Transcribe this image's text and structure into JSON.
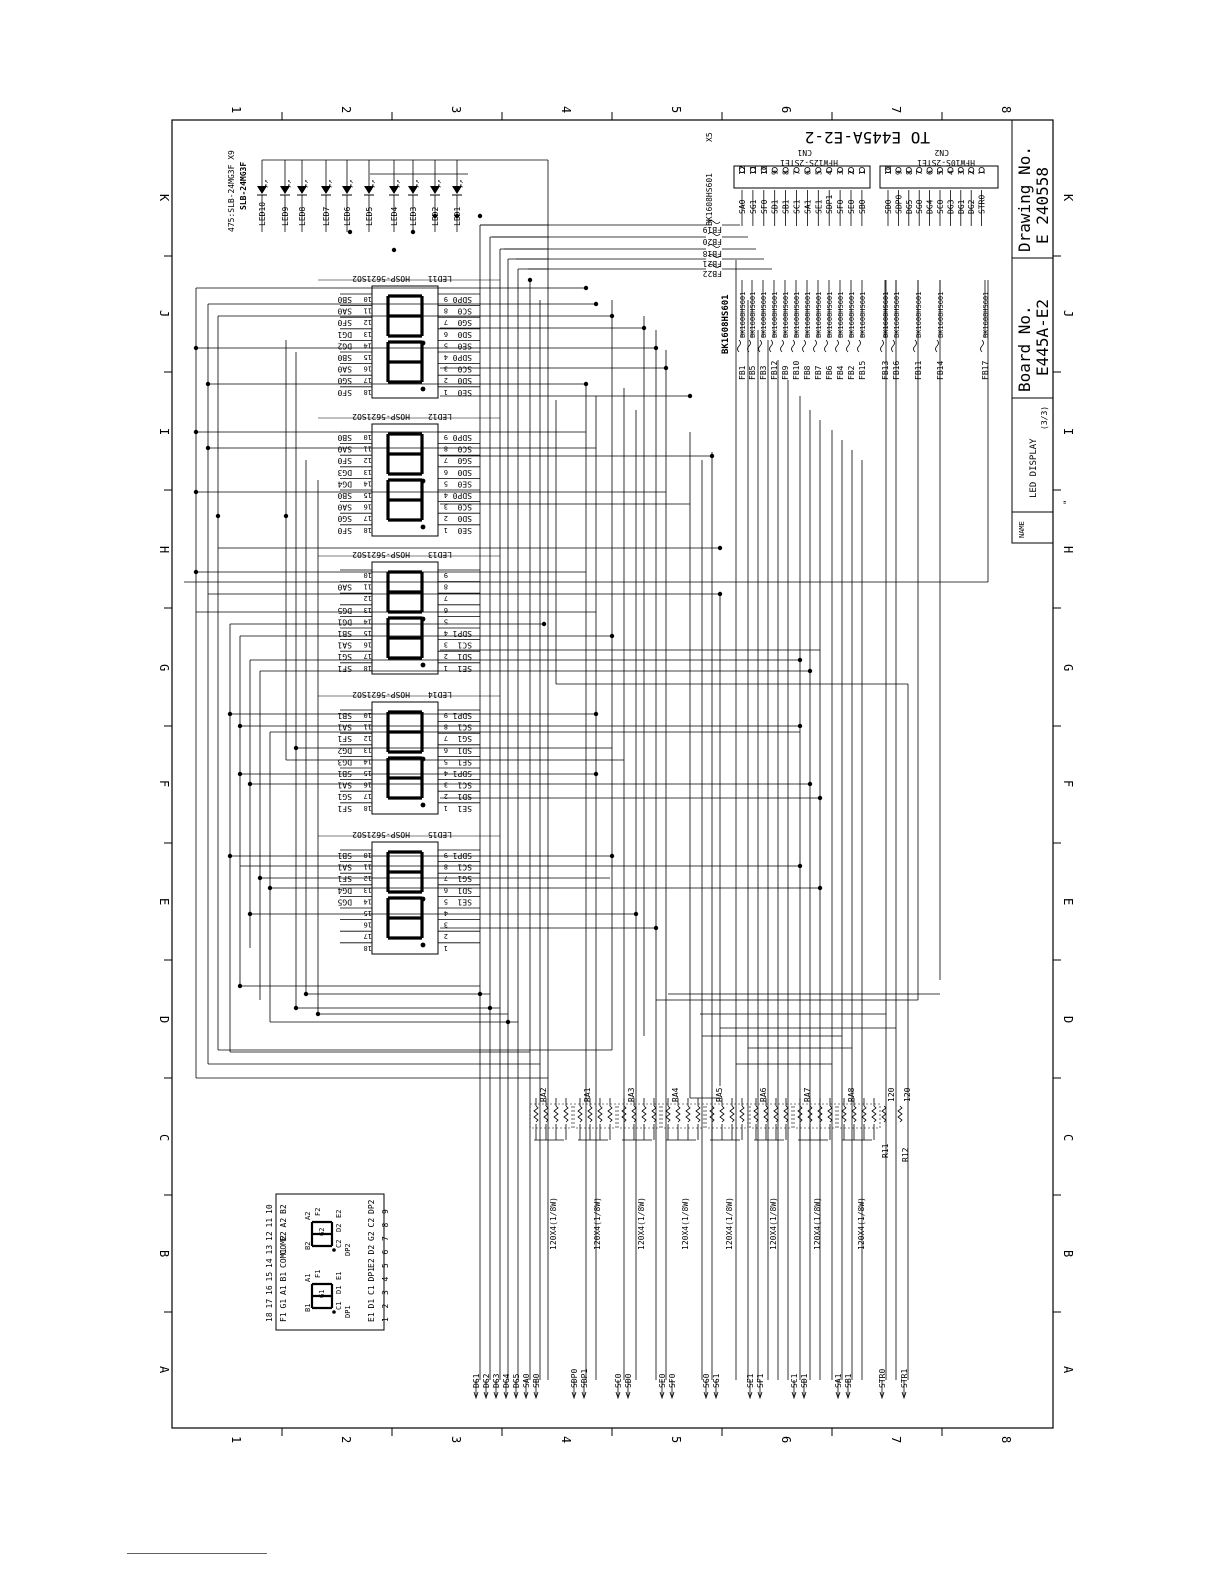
{
  "grid": {
    "columns": [
      "1",
      "2",
      "3",
      "4",
      "5",
      "6",
      "7",
      "8"
    ],
    "rows": [
      "K",
      "J",
      "I",
      "H",
      "G",
      "F",
      "E",
      "D",
      "C",
      "B",
      "A"
    ]
  },
  "title_block": {
    "drawing_no_label": "Drawing No.",
    "drawing_no": "E 240558",
    "board_no_label": "Board No.",
    "board_no": "E445A-E2",
    "name_label": "NAME",
    "name": "LED DISPLAY",
    "sheet": "(3/3)",
    "mark": "\""
  },
  "header_note": "TO E445A-E2-2",
  "connectors": [
    {
      "ref": "CN1",
      "part": "HFW12S-2STE1",
      "pins": [
        {
          "n": "12",
          "sig": "SA0"
        },
        {
          "n": "11",
          "sig": "SG1"
        },
        {
          "n": "10",
          "sig": "SF0"
        },
        {
          "n": "9",
          "sig": "SD1"
        },
        {
          "n": "8",
          "sig": "SB1"
        },
        {
          "n": "7",
          "sig": "SC1"
        },
        {
          "n": "6",
          "sig": "SA1"
        },
        {
          "n": "5",
          "sig": "SE1"
        },
        {
          "n": "4",
          "sig": "SDP1"
        },
        {
          "n": "3",
          "sig": "SF0"
        },
        {
          "n": "2",
          "sig": "SE0"
        },
        {
          "n": "1",
          "sig": "SB0"
        }
      ]
    },
    {
      "ref": "CN2",
      "part": "HFW10S-2STE1",
      "pins": [
        {
          "n": "10",
          "sig": "SD0"
        },
        {
          "n": "9",
          "sig": "SDP0"
        },
        {
          "n": "8",
          "sig": "DG5"
        },
        {
          "n": "7",
          "sig": "SG0"
        },
        {
          "n": "6",
          "sig": "DG4"
        },
        {
          "n": "5",
          "sig": "SC0"
        },
        {
          "n": "4",
          "sig": "DG3"
        },
        {
          "n": "3",
          "sig": "DG1"
        },
        {
          "n": "2",
          "sig": "DG2"
        },
        {
          "n": "1",
          "sig": "STR0"
        }
      ]
    }
  ],
  "ferrite_part": "BK1608HS601",
  "ferrite_qty": "X5",
  "ferrites_top": [
    "FB19",
    "FB20",
    "FB18",
    "FB21",
    "FB22"
  ],
  "ferrites_side": [
    "FB1",
    "FB5",
    "FB3",
    "FB12",
    "FB9",
    "FB10",
    "FB8",
    "FB7",
    "FB6",
    "FB4",
    "FB2",
    "FB15",
    "FB13",
    "FB16",
    "FB11",
    "FB14",
    "FB17"
  ],
  "ferrite_bold_label": "BK1608HS601",
  "leds": {
    "part_note": "475:SLB-24MG3F X9",
    "part_bold": "SLB-24MG3F",
    "refs": [
      "LED10",
      "LED9",
      "LED8",
      "LED7",
      "LED6",
      "LED5",
      "LED4",
      "LED3",
      "LED2",
      "LED1"
    ]
  },
  "displays": [
    {
      "ref": "LED11",
      "part": "HOSP-5621SO2",
      "left": [
        "SB0",
        "SA0",
        "SF0",
        "DG1",
        "DG2",
        "SB0",
        "SA0",
        "SG0",
        "SF0"
      ],
      "right": [
        "SDP0",
        "SC0",
        "SG0",
        "SD0",
        "SE0",
        "SDP0",
        "SC0",
        "SD0",
        "SE0"
      ]
    },
    {
      "ref": "LED12",
      "part": "HOSP-5621SO2",
      "left": [
        "SB0",
        "SA0",
        "SF0",
        "DG3",
        "DG4",
        "SB0",
        "SA0",
        "SG0",
        "SF0"
      ],
      "right": [
        "SDP0",
        "SC0",
        "SG0",
        "SD0",
        "SE0",
        "SDP0",
        "SC0",
        "SD0",
        "SE0"
      ]
    },
    {
      "ref": "LED13",
      "part": "HOSP-5621SO2",
      "left": [
        "",
        "SA0",
        "",
        "DG5",
        "DG1",
        "SB1",
        "SA1",
        "SG1",
        "SF1"
      ],
      "right": [
        "",
        "",
        "",
        "",
        "",
        "SDP1",
        "SC1",
        "SD1",
        "SE1"
      ]
    },
    {
      "ref": "LED14",
      "part": "HOSP-5621SO2",
      "left": [
        "SB1",
        "SA1",
        "SF1",
        "DG2",
        "DG3",
        "SB1",
        "SA1",
        "SG1",
        "SF1"
      ],
      "right": [
        "SDP1",
        "SC1",
        "SG1",
        "SD1",
        "SE1",
        "SDP1",
        "SC1",
        "SD1",
        "SE1"
      ]
    },
    {
      "ref": "LED15",
      "part": "HOSP-5621SO2",
      "left": [
        "SB1",
        "SA1",
        "SF1",
        "DG4",
        "DG5",
        "",
        "",
        "",
        ""
      ],
      "right": [
        "SDP1",
        "SC1",
        "SG1",
        "SD1",
        "SE1",
        "",
        "",
        "",
        ""
      ]
    }
  ],
  "pin_numbers": [
    "10",
    "11",
    "12",
    "13",
    "14",
    "15",
    "16",
    "17",
    "18"
  ],
  "resistor_arrays": {
    "refs": [
      "RA2",
      "RA1",
      "RA3",
      "RA4",
      "RA5",
      "RA6",
      "RA7",
      "RA8"
    ],
    "value": "120X4(1/8W)",
    "singles": [
      {
        "ref": "R11",
        "value": "120"
      },
      {
        "ref": "R12",
        "value": "120"
      }
    ]
  },
  "bottom_signals": [
    {
      "group": [
        "DG1",
        "DG2",
        "DG3",
        "DG4",
        "DG5",
        "SA0",
        "SB0"
      ]
    },
    {
      "group": [
        "SDP0",
        "SDP1"
      ]
    },
    {
      "group": [
        "SC0",
        "SD0"
      ]
    },
    {
      "group": [
        "SE0",
        "SF0"
      ]
    },
    {
      "group": [
        "SG0",
        "SG1"
      ]
    },
    {
      "group": [
        "SE1",
        "SF1"
      ]
    },
    {
      "group": [
        "SC1",
        "SD1"
      ]
    },
    {
      "group": [
        "SA1",
        "SB1"
      ]
    },
    {
      "group": [
        "STR0"
      ]
    },
    {
      "group": [
        "STR1"
      ]
    }
  ],
  "pinout_diagram": {
    "left": [
      "E1",
      "D1",
      "C1",
      "DP1",
      "E2",
      "D2",
      "G2",
      "C2",
      "DP2"
    ],
    "right": [
      "F1",
      "G1",
      "A1",
      "B1",
      "COM1",
      "COM2",
      "F2",
      "A2",
      "B2"
    ],
    "left_nums": [
      "1",
      "2",
      "3",
      "4",
      "5",
      "6",
      "7",
      "8",
      "9"
    ],
    "right_nums": [
      "18",
      "17",
      "16",
      "15",
      "14",
      "13",
      "12",
      "11",
      "10"
    ],
    "seg1": [
      "A1",
      "B1",
      "C1",
      "D1",
      "E1",
      "F1",
      "G1",
      "DP1"
    ],
    "seg2": [
      "A2",
      "B2",
      "C2",
      "D2",
      "E2",
      "F2",
      "G2",
      "DP2"
    ]
  }
}
